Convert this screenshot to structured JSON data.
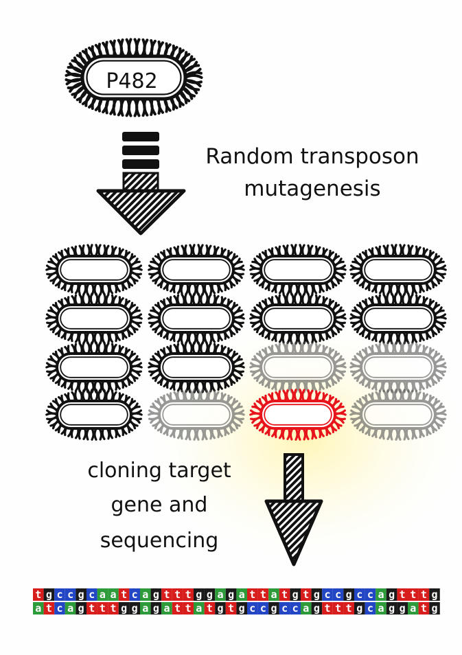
{
  "strain": {
    "label": "P482"
  },
  "steps": {
    "mutagenesis_line1": "Random transposon",
    "mutagenesis_line2": "mutagenesis",
    "cloning_line1": "cloning target",
    "cloning_line2": "gene and",
    "cloning_line3": "sequencing"
  },
  "mutant_grid": {
    "rows": 4,
    "cols": 4,
    "highlight": {
      "row": 3,
      "col": 2,
      "color": "#e8141c"
    },
    "faded": [
      [
        2,
        2
      ],
      [
        2,
        3
      ],
      [
        3,
        1
      ],
      [
        3,
        3
      ]
    ]
  },
  "sequence": {
    "row1": "tgccgcaatcagtttggagattatgtgccgccagtttg",
    "row2": "atcagtttggagattatgtgccgccagtttgcaggatg",
    "colors": {
      "a": "#2e9b3a",
      "t": "#d81d1d",
      "g": "#1a1a1a",
      "c": "#2346c4"
    }
  },
  "colors": {
    "ink": "#111111",
    "highlight_glow": "#fff3b0"
  }
}
